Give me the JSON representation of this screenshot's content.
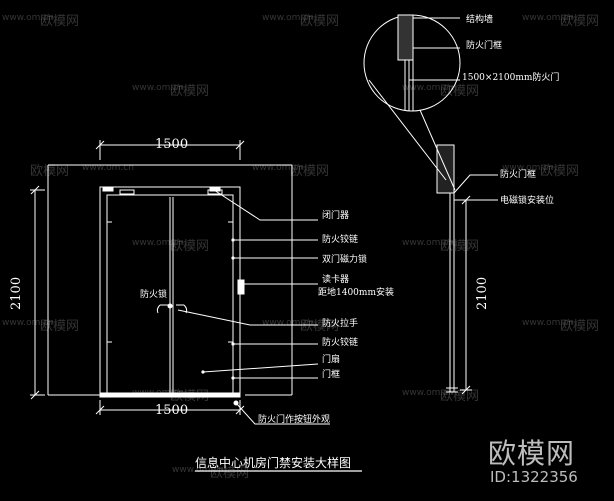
{
  "title": "信息中心机房门禁安装大样图",
  "dimensions": {
    "top_width": "1500",
    "bottom_width": "1500",
    "left_height": "2100",
    "side_height": "2100"
  },
  "labels": {
    "door_cover": "闭门器",
    "fire_hinge_top": "防火铰链",
    "double_door_magnet": "双门磁力锁",
    "card_reader": "读卡器",
    "card_reader_height": "距地1400mm安装",
    "door_center_label": "防火锁",
    "fire_handle": "防火拉手",
    "fire_hinge_bottom": "防火铰链",
    "door_leaf": "门扇",
    "door_frame": "门框",
    "exit_button": "防火门作按钮外观",
    "detail_wall": "结构墙",
    "detail_frame": "防火门框",
    "detail_door": "1500×2100mm防火门",
    "side_frame": "防火门框",
    "side_magnet": "电磁锁安装位"
  },
  "watermarks": {
    "brand": "欧模网",
    "url": "www.om.cn"
  },
  "brand_logo": "欧模网",
  "brand_id": "ID:1322356",
  "colors": {
    "line": "#ffffff",
    "background": "#000000",
    "watermark": "#bbbbbb"
  }
}
